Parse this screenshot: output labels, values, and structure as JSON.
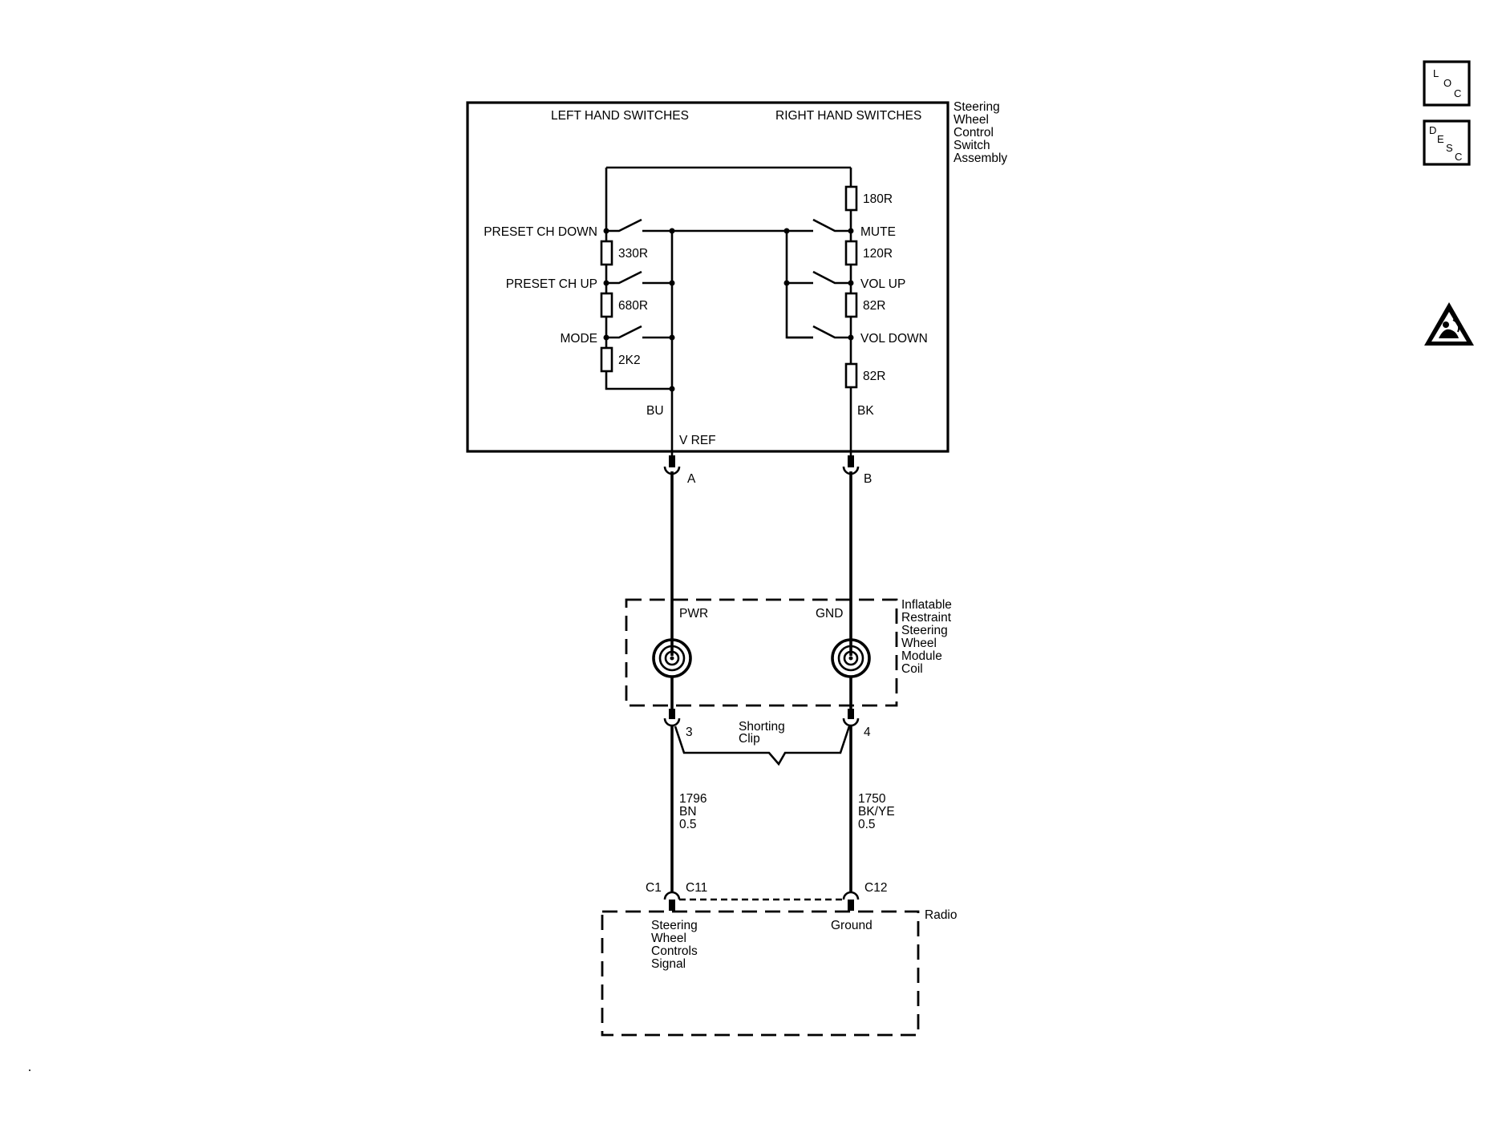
{
  "switch_assembly": {
    "label_lines": [
      "Steering",
      "Wheel",
      "Control",
      "Switch",
      "Assembly"
    ],
    "left_header": "LEFT HAND SWITCHES",
    "right_header": "RIGHT HAND SWITCHES",
    "left_switches": [
      "PRESET CH DOWN",
      "PRESET CH UP",
      "MODE"
    ],
    "left_resistors": [
      "330R",
      "680R",
      "2K2"
    ],
    "right_switches": [
      "MUTE",
      "VOL UP",
      "VOL DOWN"
    ],
    "right_resistors": [
      "180R",
      "120R",
      "82R",
      "82R"
    ],
    "wire_left": "BU",
    "wire_right": "BK",
    "vref": "V REF",
    "pin_a": "A",
    "pin_b": "B"
  },
  "coil_module": {
    "label_lines": [
      "Inflatable",
      "Restraint",
      "Steering",
      "Wheel",
      "Module",
      "Coil"
    ],
    "pwr": "PWR",
    "gnd": "GND",
    "pin_3": "3",
    "pin_4": "4",
    "shorting_clip_lines": [
      "Shorting",
      "Clip"
    ]
  },
  "circuits": {
    "left": [
      "1796",
      "BN",
      "0.5"
    ],
    "right": [
      "1750",
      "BK/YE",
      "0.5"
    ]
  },
  "radio": {
    "label": "Radio",
    "pin_c1": "C1",
    "pin_c11": "C11",
    "pin_c12": "C12",
    "signal_lines": [
      "Steering",
      "Wheel",
      "Controls",
      "Signal"
    ],
    "ground": "Ground"
  },
  "side_icons": {
    "loc": [
      "L",
      "O",
      "C"
    ],
    "desc": [
      "D",
      "E",
      "S",
      "C"
    ],
    "airbag_warning": "airbag-warning-icon"
  }
}
